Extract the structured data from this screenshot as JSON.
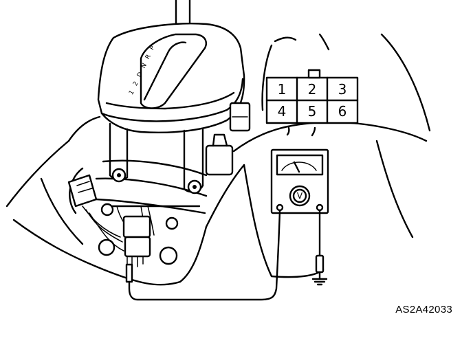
{
  "figure_code": "AS2A42033",
  "connector": {
    "pins": [
      "1",
      "2",
      "3",
      "4",
      "5",
      "6"
    ]
  },
  "shift_indicator": {
    "positions": [
      "P",
      "R",
      "N",
      "D",
      "2",
      "1"
    ]
  },
  "meter": {
    "mode_symbol": "V"
  },
  "icons": [
    "voltmeter-icon",
    "ground-icon",
    "connector-icon"
  ]
}
